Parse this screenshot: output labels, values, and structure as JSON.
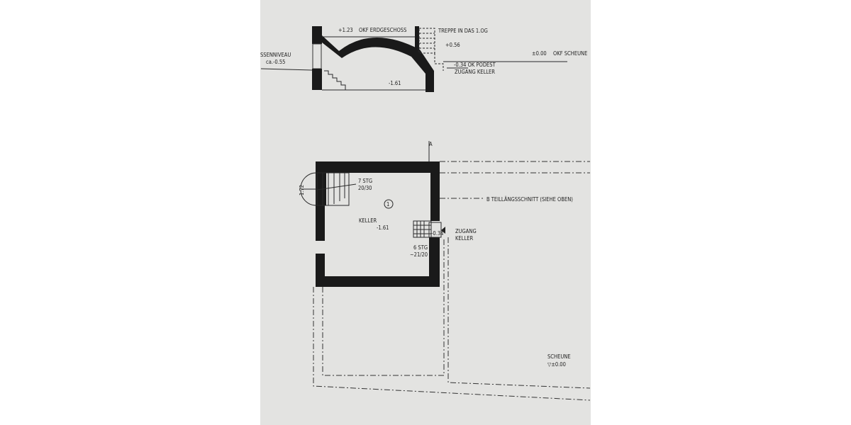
{
  "section": {
    "level_top": "+1.23",
    "okf_eg": "OKF ERDGESCHOSS",
    "stair_up": "TREPPE IN DAS 1.OG",
    "level_056": "+0.56",
    "level_000": "±0.00",
    "okf_scheune": "OKF SCHEUNE",
    "ground_label": "SSENNIVEAU",
    "ground_level": "ca.-0.55",
    "podest": "-0.34  OK PODEST",
    "zugang": "ZUGANG  KELLER",
    "floor_level": "-1.61"
  },
  "plan": {
    "section_a": "A",
    "stair_count": "7 STG",
    "stair_ratio": "20/30",
    "width_dim": "1.72",
    "room_no": "1",
    "room_name": "KELLER",
    "room_level": "-1.61",
    "section_b": "B  TEILLÄNGSSCHNITT (SIEHE OBEN)",
    "entry_level": "-0.34",
    "entry_1": "ZUGANG",
    "entry_2": "KELLER",
    "stair2_count": "6 STG",
    "stair2_ratio": "~21/20",
    "barn": "SCHEUNE",
    "barn_level": "▽±0.00"
  }
}
